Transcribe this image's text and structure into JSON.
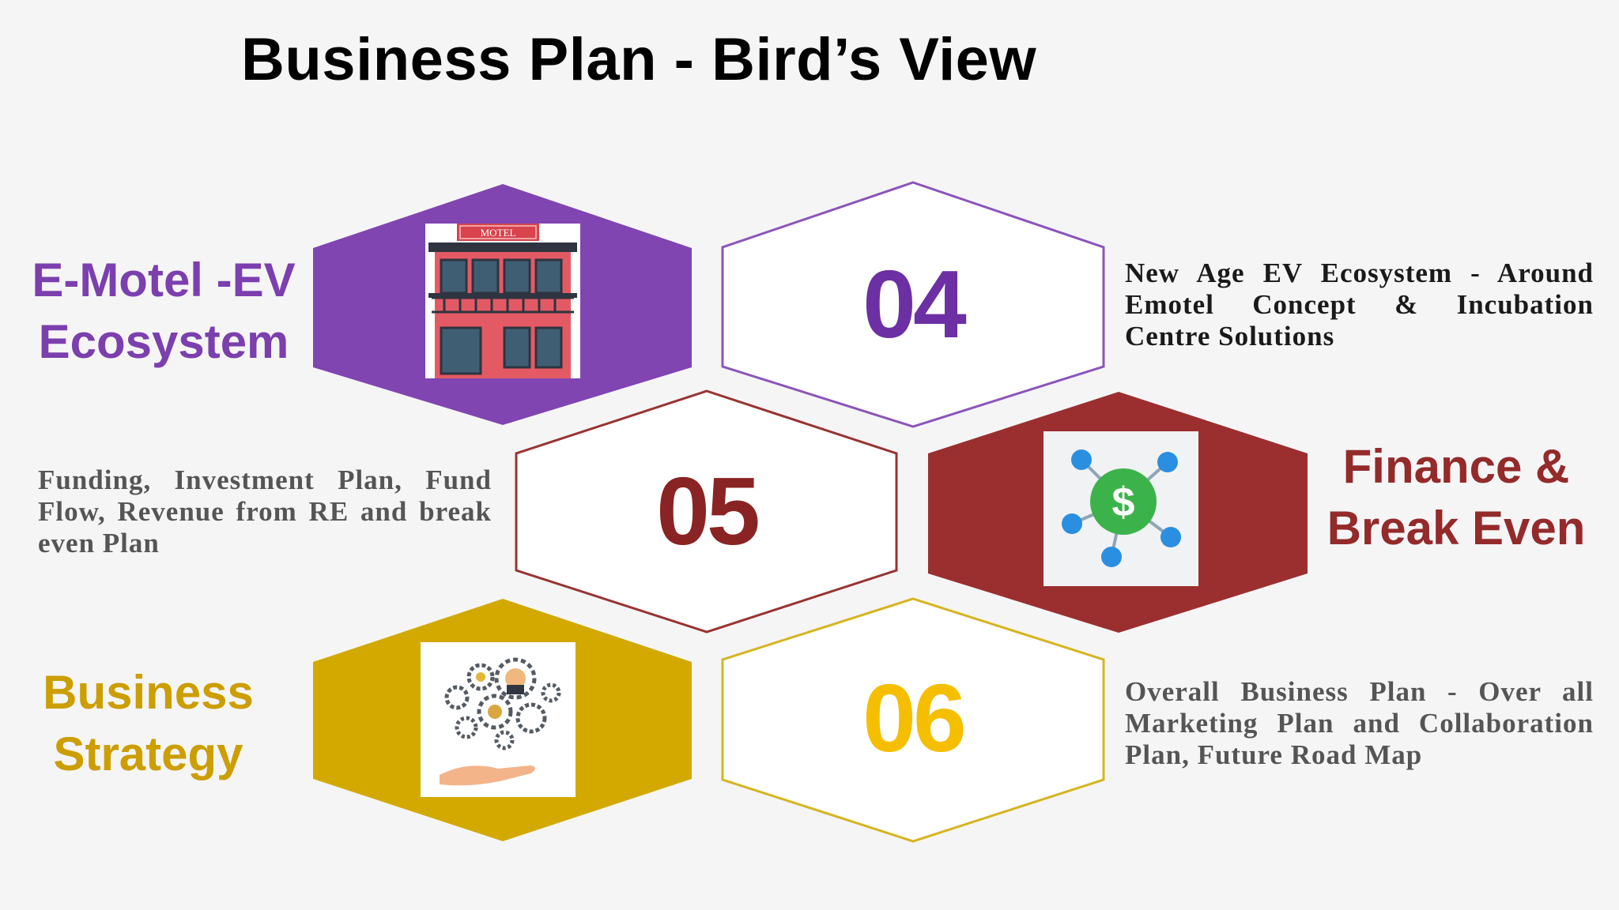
{
  "title": "Business Plan - Bird’s View",
  "colors": {
    "purple": "#8045b1",
    "maroon": "#9b2f2f",
    "gold": "#d3a900",
    "num04": "#6c2fa4",
    "num05": "#8a2323",
    "num06": "#f5bf00",
    "desc_dark": "#1a1a1a",
    "desc_gray": "#555555"
  },
  "items": [
    {
      "number": "04",
      "label_line1": "E-Motel -EV",
      "label_line2": "Ecosystem",
      "description": "New Age EV Ecosystem - Around Emotel Concept & Incubation Centre Solutions",
      "icon": "motel-building-icon",
      "sign_text": "MOTEL"
    },
    {
      "number": "05",
      "label_line1": "Finance &",
      "label_line2": "Break Even",
      "description": "Funding, Investment Plan, Fund Flow, Revenue from RE and break even Plan",
      "icon": "dollar-network-icon",
      "sign_text": "$"
    },
    {
      "number": "06",
      "label_line1": "Business",
      "label_line2": "Strategy",
      "description": "Overall Business Plan - Over all Marketing Plan and Collaboration Plan, Future Road Map",
      "icon": "strategy-gears-hand-icon"
    }
  ]
}
